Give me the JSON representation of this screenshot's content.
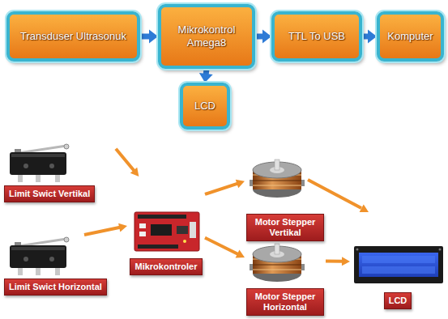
{
  "diagram": {
    "nodes": [
      {
        "text": [
          "Transduser Ultrasonuk"
        ]
      },
      {
        "text": [
          "Mikrokontrol Amega8"
        ]
      },
      {
        "text": [
          "TTL To USB"
        ]
      },
      {
        "text": [
          "Komputer"
        ]
      },
      {
        "text": [
          "LCD"
        ]
      },
      {
        "text": [
          "Limit Swict Vertikal"
        ]
      },
      {
        "text": [
          "Motor Stepper Vertikal"
        ]
      },
      {
        "text": [
          "Mikrokontroler"
        ]
      },
      {
        "text": [
          "Limit Swict Horizontal"
        ]
      },
      {
        "text": [
          "Motor Stepper Horizontal"
        ]
      },
      {
        "text": [
          "LCD"
        ]
      }
    ],
    "edges": [
      {
        "from": 0,
        "to": 1,
        "arrow": "to"
      },
      {
        "from": 1,
        "to": 2,
        "arrow": "to"
      },
      {
        "from": 2,
        "to": 3,
        "arrow": "to"
      },
      {
        "from": 1,
        "to": 4,
        "arrow": "to"
      },
      {
        "from": 5,
        "to": 7,
        "arrow": "to"
      },
      {
        "from": 8,
        "to": 7,
        "arrow": "to"
      },
      {
        "from": 7,
        "to": 6,
        "arrow": "to"
      },
      {
        "from": 7,
        "to": 9,
        "arrow": "to"
      },
      {
        "from": 9,
        "to": 10,
        "arrow": "to"
      }
    ]
  }
}
